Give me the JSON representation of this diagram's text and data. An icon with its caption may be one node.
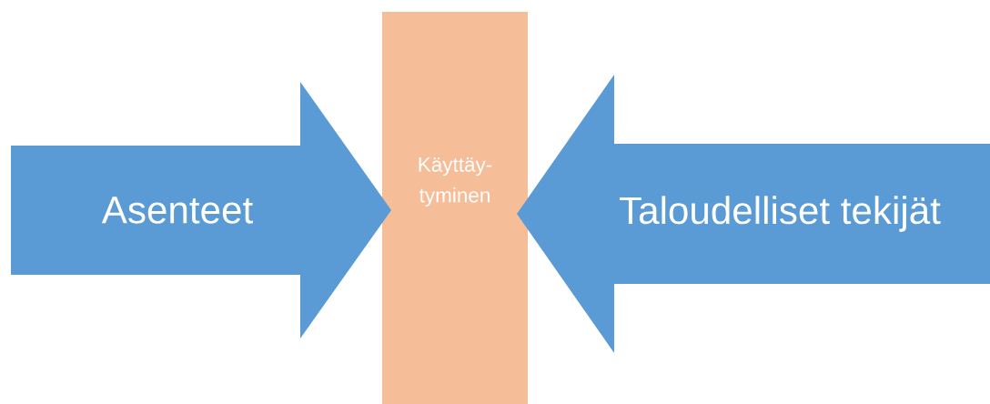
{
  "diagram": {
    "nodes": [
      {
        "text": [
          "Asenteet"
        ]
      },
      {
        "text": [
          "Käyttäy- tyminen"
        ]
      },
      {
        "text": [
          "Taloudelliset tekijät"
        ]
      }
    ]
  }
}
